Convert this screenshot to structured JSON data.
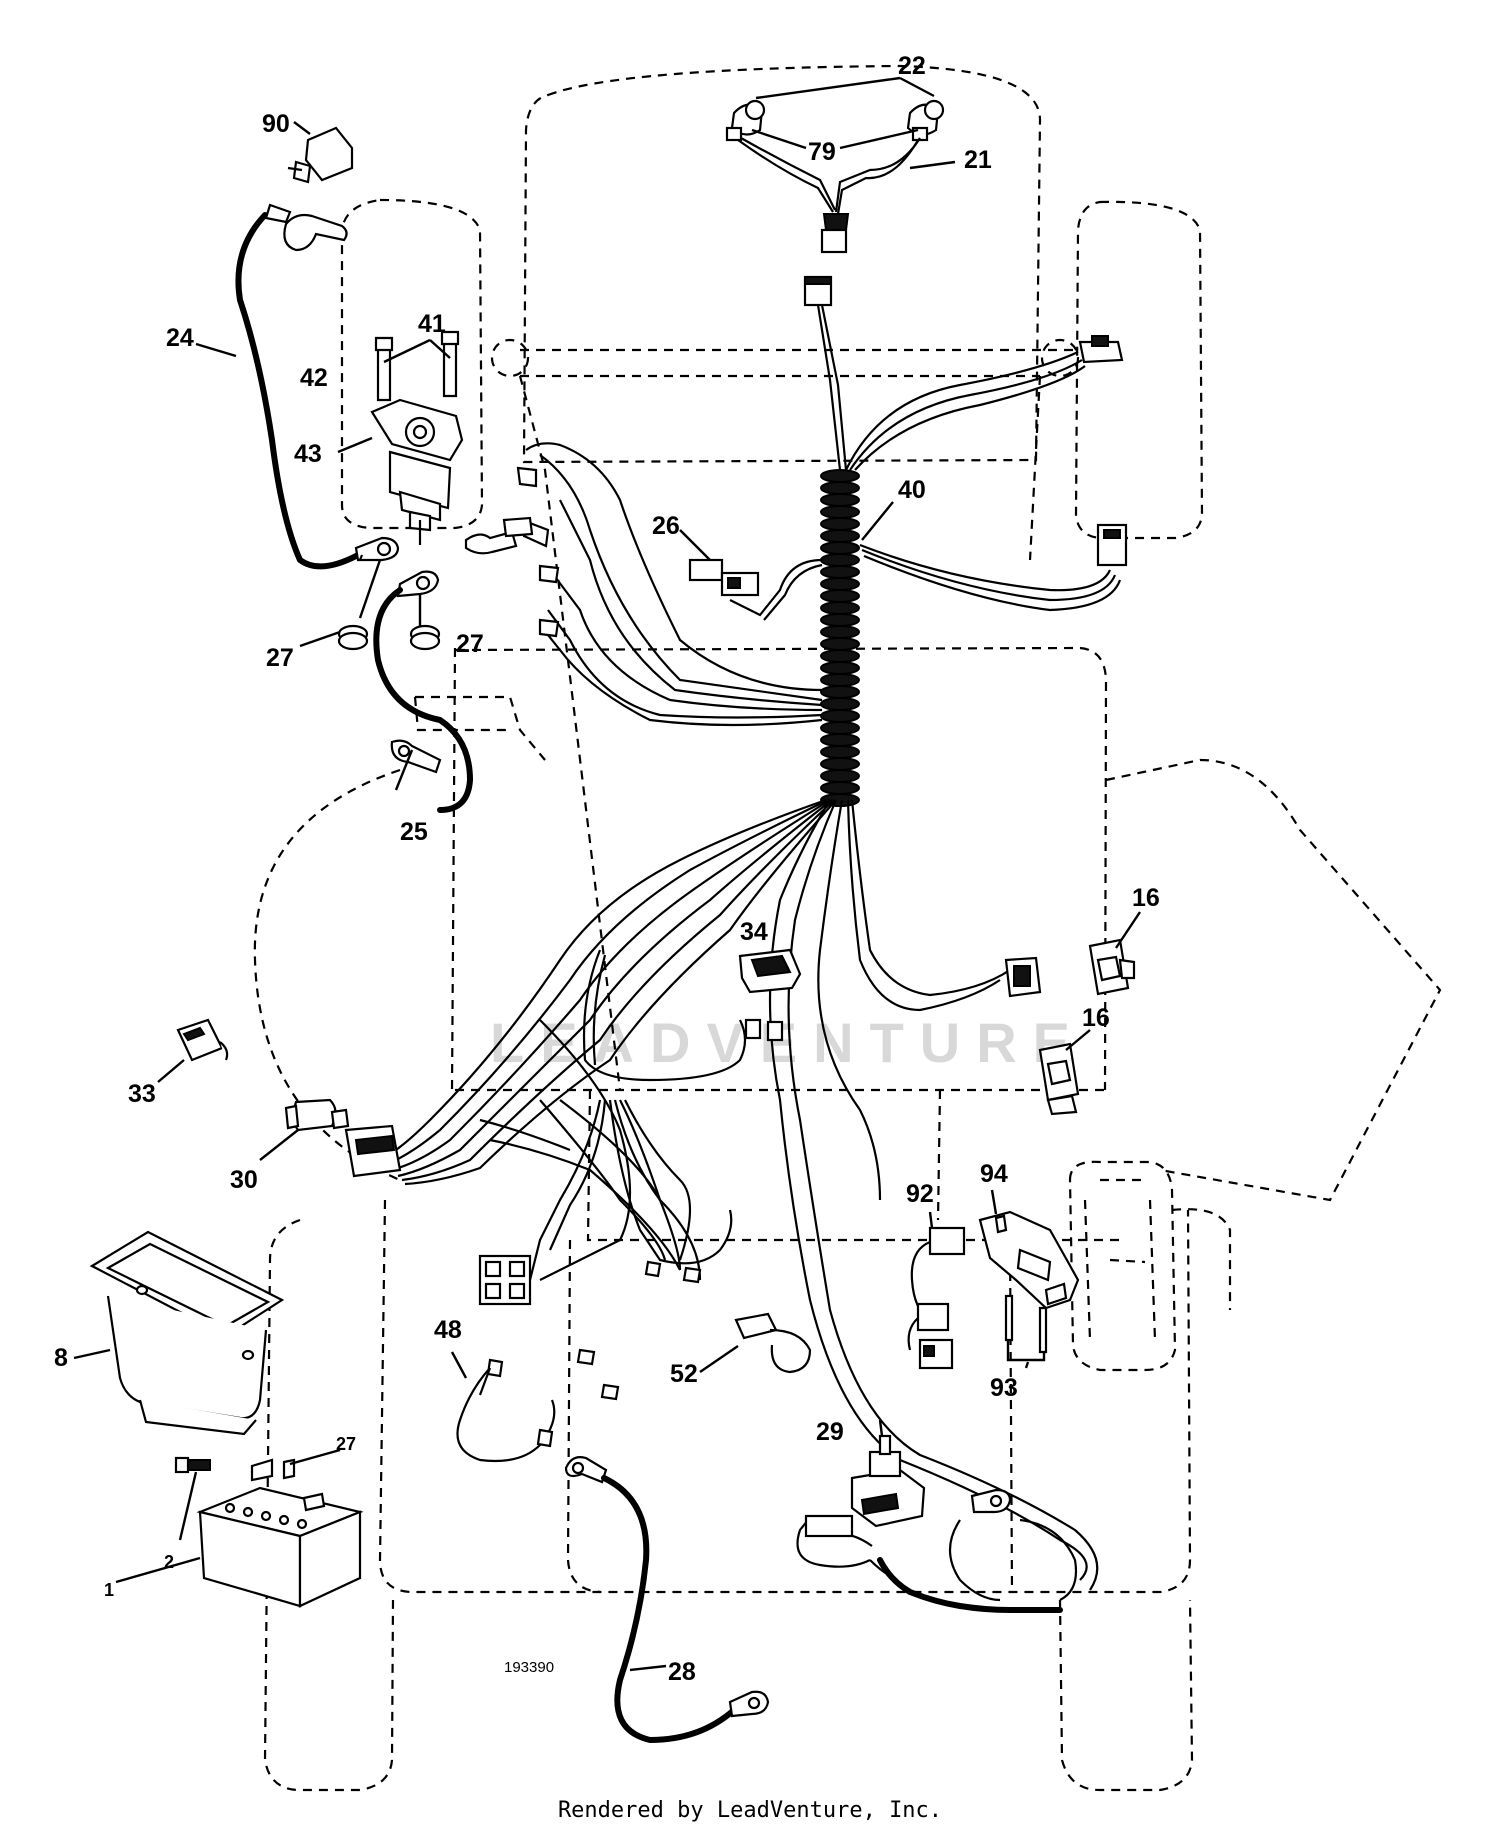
{
  "diagram": {
    "drawing_number": "193390",
    "watermark": "LEADVENTURE",
    "footer": "Rendered by LeadVenture, Inc.",
    "callouts": [
      {
        "id": "c22",
        "label": "22"
      },
      {
        "id": "c79",
        "label": "79"
      },
      {
        "id": "c21",
        "label": "21"
      },
      {
        "id": "c90",
        "label": "90"
      },
      {
        "id": "c24",
        "label": "24"
      },
      {
        "id": "c42",
        "label": "42"
      },
      {
        "id": "c41",
        "label": "41"
      },
      {
        "id": "c43",
        "label": "43"
      },
      {
        "id": "c40",
        "label": "40"
      },
      {
        "id": "c26",
        "label": "26"
      },
      {
        "id": "c27a",
        "label": "27"
      },
      {
        "id": "c27b",
        "label": "27"
      },
      {
        "id": "c25",
        "label": "25"
      },
      {
        "id": "c16a",
        "label": "16"
      },
      {
        "id": "c16b",
        "label": "16"
      },
      {
        "id": "c34",
        "label": "34"
      },
      {
        "id": "c33",
        "label": "33"
      },
      {
        "id": "c30",
        "label": "30"
      },
      {
        "id": "c92",
        "label": "92"
      },
      {
        "id": "c94",
        "label": "94"
      },
      {
        "id": "c93",
        "label": "93"
      },
      {
        "id": "c8",
        "label": "8"
      },
      {
        "id": "c48",
        "label": "48"
      },
      {
        "id": "c52",
        "label": "52"
      },
      {
        "id": "c27c",
        "label": "27"
      },
      {
        "id": "c29",
        "label": "29"
      },
      {
        "id": "c2",
        "label": "2"
      },
      {
        "id": "c1",
        "label": "1"
      },
      {
        "id": "c28",
        "label": "28"
      }
    ]
  }
}
